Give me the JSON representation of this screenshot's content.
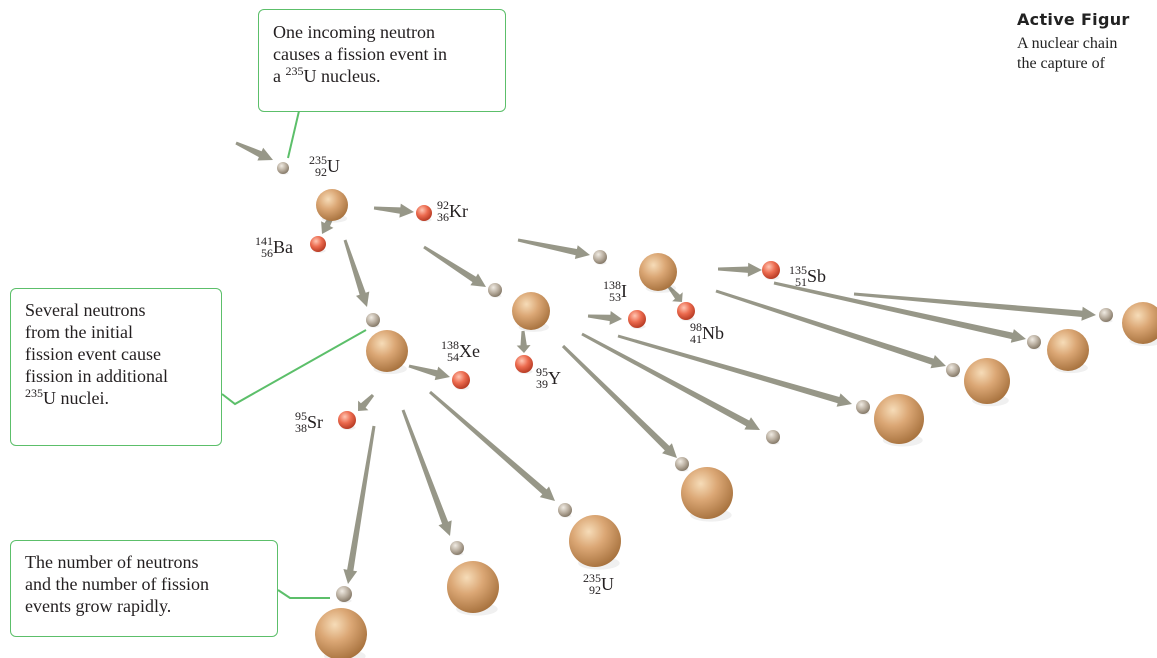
{
  "callouts": {
    "incoming": {
      "line1": "One incoming neutron",
      "line2": "causes a fission event in",
      "line3_prefix": "a ",
      "line3_mass": "235",
      "line3_suffix": "U nucleus."
    },
    "several": {
      "line1": "Several neutrons",
      "line2": "from the initial",
      "line3": "fission event cause",
      "line4": "fission in additional",
      "line5_mass": "235",
      "line5_suffix": "U nuclei."
    },
    "growth": {
      "line1": "The number of neutrons",
      "line2": "and the number of fission",
      "line3": "events grow rapidly."
    }
  },
  "figure": {
    "title": "Active Figur",
    "caption_line1": "A nuclear chain",
    "caption_line2": "the capture of"
  },
  "isotopes": {
    "u235_top": {
      "mass": "235",
      "z": "92",
      "symbol": "U"
    },
    "kr": {
      "mass": "92",
      "z": "36",
      "symbol": "Kr"
    },
    "ba": {
      "mass": "141",
      "z": "56",
      "symbol": "Ba"
    },
    "xe": {
      "mass": "138",
      "z": "54",
      "symbol": "Xe"
    },
    "sr": {
      "mass": "95",
      "z": "38",
      "symbol": "Sr"
    },
    "y": {
      "mass": "95",
      "z": "39",
      "symbol": "Y"
    },
    "i": {
      "mass": "138",
      "z": "53",
      "symbol": "I"
    },
    "nb": {
      "mass": "98",
      "z": "41",
      "symbol": "Nb"
    },
    "sb": {
      "mass": "135",
      "z": "51",
      "symbol": "Sb"
    },
    "u235_bottom": {
      "mass": "235",
      "z": "92",
      "symbol": "U"
    }
  },
  "colors": {
    "callout_border": "#5cbf6a",
    "arrow": "#8e8e7e",
    "neutron": "#b8ad9e",
    "uranium": "#d6a06a",
    "fragment": "#e9654a"
  }
}
